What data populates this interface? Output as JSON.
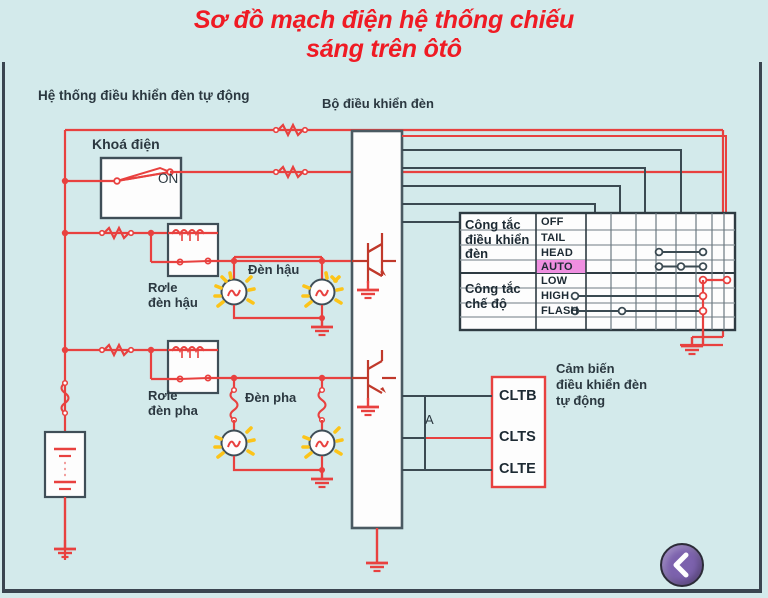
{
  "title": "Sơ đồ mạch điện hệ thống chiếu\nsáng trên ôtô",
  "labels": {
    "auto_light_system": "Hệ thống điều khiển đèn tự động",
    "light_control_unit": "Bộ điều khiển đèn",
    "ignition_switch": "Khoá điện",
    "ignition_on": "ON",
    "tail_relay": "Rơle\nđèn hậu",
    "tail_lamp": "Đèn hậu",
    "head_relay": "Rơle\nđèn pha",
    "head_lamp": "Đèn pha",
    "sensor_caption": "Cảm biến\nđiều khiển đèn\ntự động",
    "node_a": "A"
  },
  "sensor_box": {
    "pins": [
      "CLTB",
      "CLTS",
      "CLTE"
    ]
  },
  "switch_table": {
    "groups": [
      {
        "name": "Công tắc\nđiều khiển\nđèn",
        "rows": [
          "OFF",
          "TAIL",
          "HEAD",
          "AUTO"
        ]
      },
      {
        "name": "Công tắc\nchế độ",
        "rows": [
          "LOW",
          "HIGH",
          "FLASH"
        ]
      }
    ],
    "highlighted_row": "AUTO",
    "highlight_color": "#ef8fe0",
    "contacts": [
      {
        "row": "TAIL",
        "cols": [
          6,
          8
        ],
        "color": "#3b4a52"
      },
      {
        "row": "HEAD",
        "cols": [
          6,
          7,
          8
        ],
        "color": "#3b4a52"
      },
      {
        "row": "AUTO",
        "cols": [
          8,
          9
        ],
        "color": "#e8413f"
      },
      {
        "row": "HIGH",
        "cols": [
          1,
          8
        ],
        "color": "#3b4a52"
      },
      {
        "row": "FLASH",
        "cols": [
          1,
          3,
          8
        ],
        "color": "#3b4a52"
      }
    ]
  },
  "nav": {
    "back_label": "<"
  },
  "colors": {
    "background": "#d3eaeb",
    "title_red": "#ef1b24",
    "wire_red": "#e8413f",
    "wire_dark": "#3b4a52",
    "box_stroke": "#4a5a62",
    "button_purple": "#7c62ad",
    "highlight_magenta": "#ef8fe0"
  }
}
